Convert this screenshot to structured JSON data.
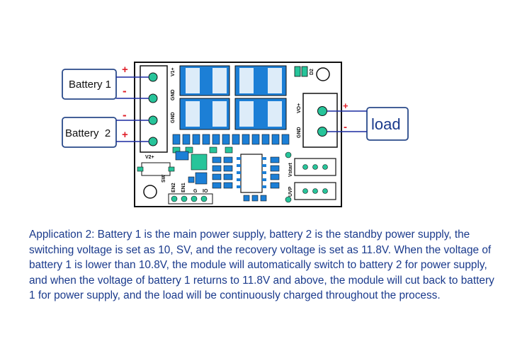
{
  "labels": {
    "battery1": "Battery 1",
    "battery2": "Battery  2",
    "load": "load",
    "plus": "+",
    "minus": "-"
  },
  "pcb": {
    "v1plus": "V1+",
    "gnd_top": "GND",
    "gnd_mid": "GND",
    "v2plus": "V2+",
    "sw": "SW",
    "vo_plus": "VO+",
    "gnd_out": "GND",
    "d2": "D2",
    "vstart": "Vstart",
    "uvp": "UVP",
    "en2": "EN2",
    "en1": "EN1",
    "g": "G",
    "io": "IO"
  },
  "description": "Application 2: Battery 1 is the main power supply, battery 2 is the standby power supply, the switching voltage is set as 10, SV, and the recovery voltage is set as 11.8V. When the voltage of battery 1 is lower than 10.8V, the module will automatically switch to battery 2 for power supply, and when the voltage of battery 1 returns to 11.8V and above, the module will cut back to battery 1 for power supply, and the load will be continuously charged throughout the process.",
  "colors": {
    "pcb": "#1c7fd6",
    "pad": "#27c49a",
    "label_border": "#2a4a8a",
    "wire": "#1a2aa0",
    "polarity": "#e0202a",
    "text": "#1a3a8c"
  }
}
